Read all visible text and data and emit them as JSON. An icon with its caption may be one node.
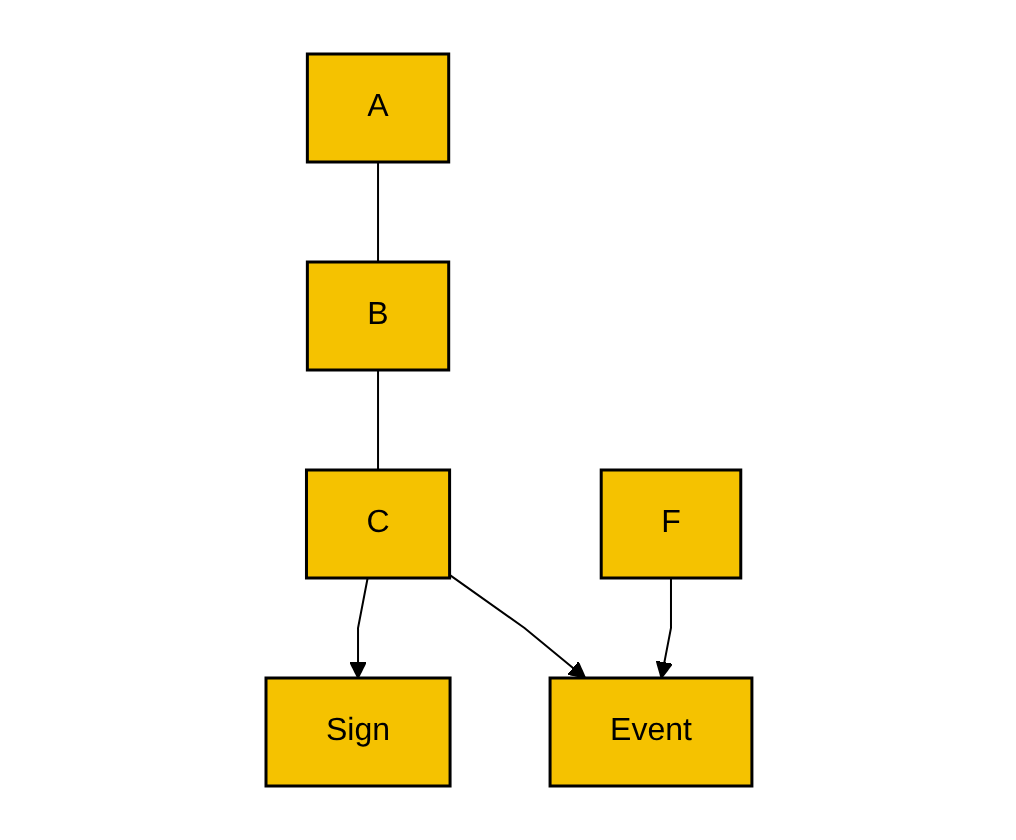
{
  "diagram": {
    "nodes": [
      {
        "text": [
          "A"
        ]
      },
      {
        "text": [
          "B"
        ]
      },
      {
        "text": [
          "C"
        ]
      },
      {
        "text": [
          "F"
        ]
      },
      {
        "text": [
          "Sign"
        ]
      },
      {
        "text": [
          "Event"
        ]
      }
    ],
    "edges": [
      {
        "from": 0,
        "to": 1,
        "arrow": "none"
      },
      {
        "from": 1,
        "to": 2,
        "arrow": "none"
      },
      {
        "from": 2,
        "to": 4,
        "arrow": "to"
      },
      {
        "from": 2,
        "to": 5,
        "arrow": "to"
      },
      {
        "from": 3,
        "to": 5,
        "arrow": "to"
      }
    ]
  }
}
